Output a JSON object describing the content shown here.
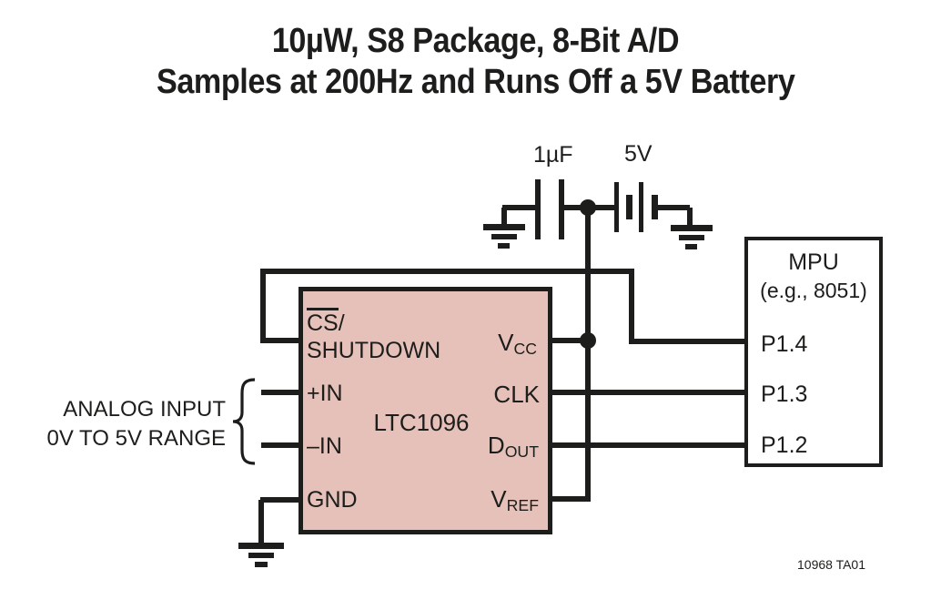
{
  "title": {
    "line1": "10µW, S8 Package, 8-Bit A/D",
    "line2": "Samples at 200Hz and Runs Off a 5V Battery"
  },
  "power": {
    "capacitor_label": "1µF",
    "battery_label": "5V"
  },
  "ic": {
    "name": "LTC1096",
    "pins": {
      "cs_overlined": "CS",
      "cs_rest": "/",
      "cs_line2": "SHUTDOWN",
      "plus_in": "+IN",
      "minus_in": "–IN",
      "gnd": "GND",
      "vcc_main": "V",
      "vcc_sub": "CC",
      "clk": "CLK",
      "dout_main": "D",
      "dout_sub": "OUT",
      "vref_main": "V",
      "vref_sub": "REF"
    }
  },
  "mpu": {
    "title": "MPU",
    "subtitle": "(e.g., 8051)",
    "pins": [
      "P1.4",
      "P1.3",
      "P1.2"
    ]
  },
  "analog_input": {
    "line1": "ANALOG INPUT",
    "line2": "0V TO 5V RANGE"
  },
  "footer": "10968 TA01",
  "colors": {
    "ic_fill": "#e5c1b9",
    "line": "#1d1d1b"
  }
}
